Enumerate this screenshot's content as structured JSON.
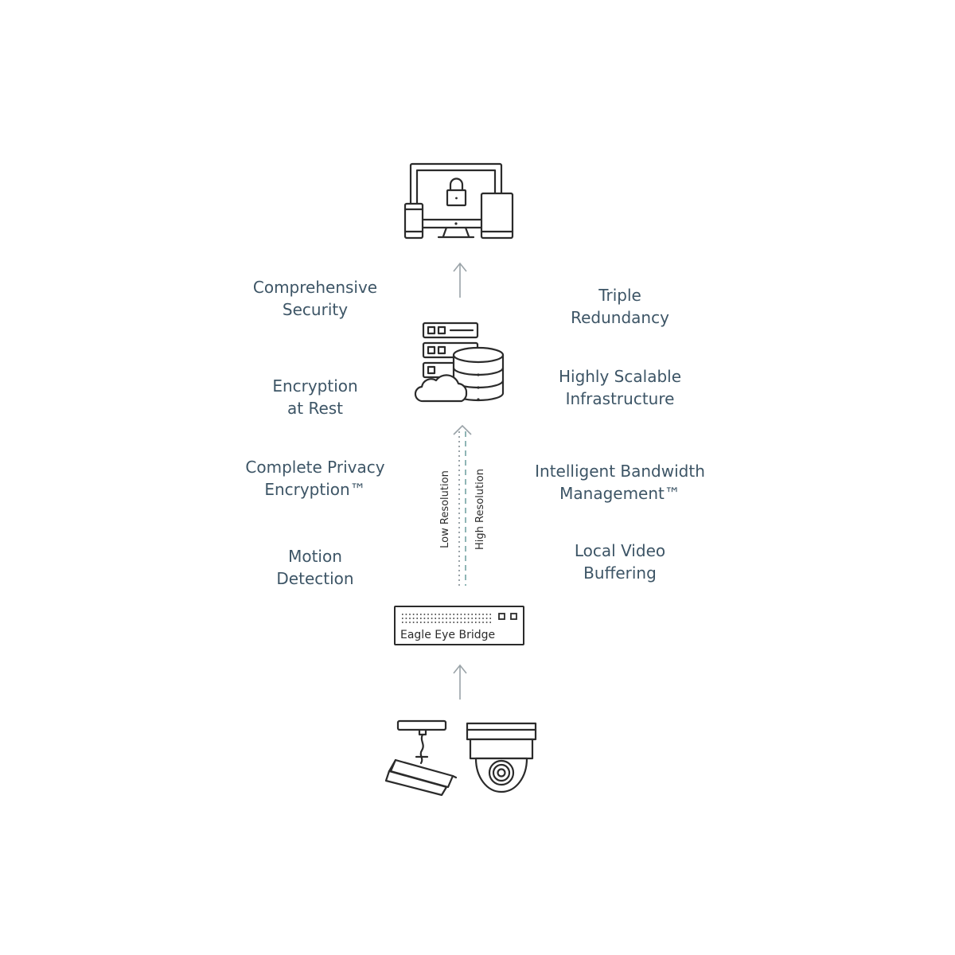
{
  "features_left": [
    {
      "id": "comprehensive-security",
      "text": "Comprehensive\nSecurity"
    },
    {
      "id": "encryption-at-rest",
      "text": "Encryption\nat Rest"
    },
    {
      "id": "complete-privacy-encryption",
      "text": "Complete Privacy\nEncryption™"
    },
    {
      "id": "motion-detection",
      "text": "Motion\nDetection"
    }
  ],
  "features_right": [
    {
      "id": "triple-redundancy",
      "text": "Triple\nRedundancy"
    },
    {
      "id": "highly-scalable-infrastructure",
      "text": "Highly Scalable\nInfrastructure"
    },
    {
      "id": "intelligent-bandwidth-management",
      "text": "Intelligent Bandwidth\nManagement™"
    },
    {
      "id": "local-video-buffering",
      "text": "Local Video\nBuffering"
    }
  ],
  "streams": {
    "low": "Low Resolution",
    "high": "High Resolution"
  },
  "bridge": {
    "label": "Eagle Eye Bridge"
  },
  "colors": {
    "text": "#3d5566",
    "icon_stroke": "#2b2b2b",
    "arrow": "#9aa3a8",
    "low_stream": "#9aa3a8",
    "high_stream": "#8fb5b5"
  },
  "icons": [
    "lock-devices-icon",
    "server-cloud-database-icon",
    "bridge-device-icon",
    "bullet-camera-icon",
    "dome-camera-icon"
  ]
}
